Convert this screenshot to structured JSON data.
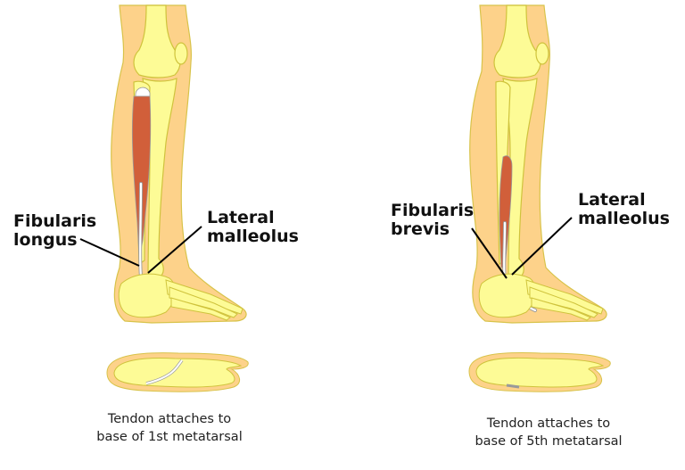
{
  "colors": {
    "skin": "#fdd28a",
    "skin_outline": "#d8c34a",
    "bone": "#fdfb96",
    "bone_outline": "#cfc33c",
    "muscle": "#d15f3a",
    "tendon": "#ffffff",
    "tendon_outline": "#9a9a9a",
    "leader_line": "#000000"
  },
  "left_panel": {
    "muscle_label_line1": "Fibularis",
    "muscle_label_line2": "longus",
    "landmark_label_line1": "Lateral",
    "landmark_label_line2": "malleolus",
    "caption_line1": "Tendon attaches to",
    "caption_line2": "base of 1st metatarsal"
  },
  "right_panel": {
    "muscle_label_line1": "Fibularis",
    "muscle_label_line2": "brevis",
    "landmark_label_line1": "Lateral",
    "landmark_label_line2": "malleolus",
    "caption_line1": "Tendon attaches to",
    "caption_line2": "base of 5th metatarsal"
  }
}
